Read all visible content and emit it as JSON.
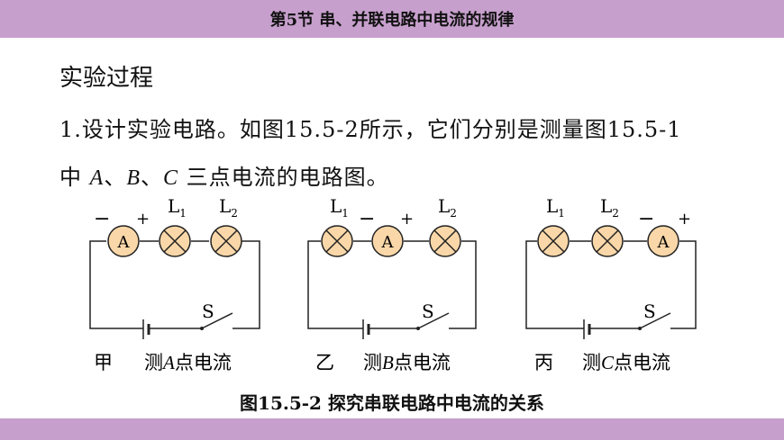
{
  "header": {
    "title": "第5节  串、并联电路中电流的规律"
  },
  "section": {
    "heading": "实验过程"
  },
  "body": {
    "line1": "1.设计实验电路。如图15.5-2所示，它们分别是测量图15.5-1",
    "line2_prefix": "中 ",
    "line2_a": "A",
    "line2_sep1": "、",
    "line2_b": "B",
    "line2_sep2": "、",
    "line2_c": "C",
    "line2_suffix": " 三点电流的电路图。"
  },
  "circuits": [
    {
      "label": "甲",
      "desc_prefix": "测",
      "point": "A",
      "desc_suffix": "点电流"
    },
    {
      "label": "乙",
      "desc_prefix": "测",
      "point": "B",
      "desc_suffix": "点电流"
    },
    {
      "label": "丙",
      "desc_prefix": "测",
      "point": "C",
      "desc_suffix": "点电流"
    }
  ],
  "symbols": {
    "ammeter": "A",
    "lamp1": "L",
    "lamp1_sub": "1",
    "lamp2": "L",
    "lamp2_sub": "2",
    "switch": "S",
    "minus": "−",
    "plus": "+"
  },
  "caption": "图15.5-2 探究串联电路中电流的关系",
  "colors": {
    "bar": "#c69fcc",
    "component_fill": "#f9d7a8",
    "wire": "#222222"
  }
}
